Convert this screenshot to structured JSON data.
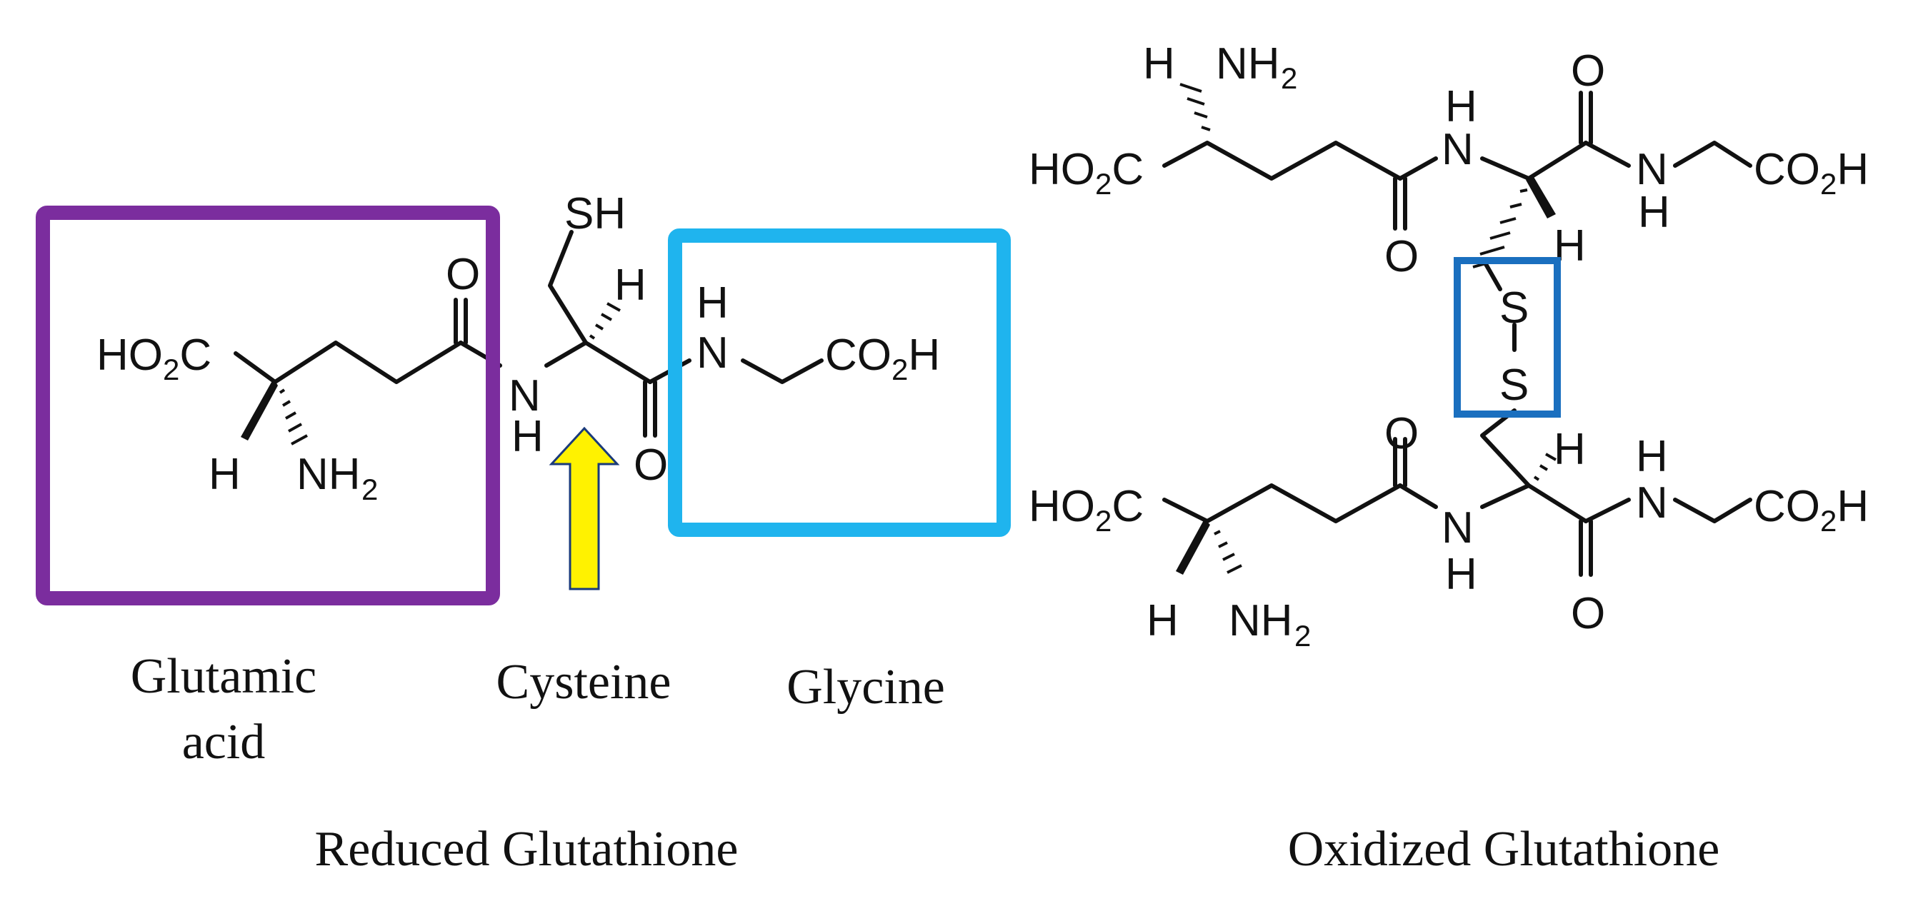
{
  "colors": {
    "glutamic_box": "#7b2d9e",
    "glycine_box": "#1fb4ee",
    "disulfide_box": "#1a6fbf",
    "arrow": "#fff200",
    "ink": "#111111"
  },
  "atoms": {
    "HO": "HO",
    "two": "2",
    "C": "C",
    "CO": "CO",
    "H": "H",
    "N": "N",
    "NH": "NH",
    "O": "O",
    "S": "S",
    "SH": "SH"
  },
  "reduced": {
    "caption_glutamic_line1": "Glutamic",
    "caption_glutamic_line2": "acid",
    "caption_cysteine": "Cysteine",
    "caption_glycine": "Glycine",
    "title": "Reduced Glutathione"
  },
  "oxidized": {
    "title": "Oxidized Glutathione"
  }
}
